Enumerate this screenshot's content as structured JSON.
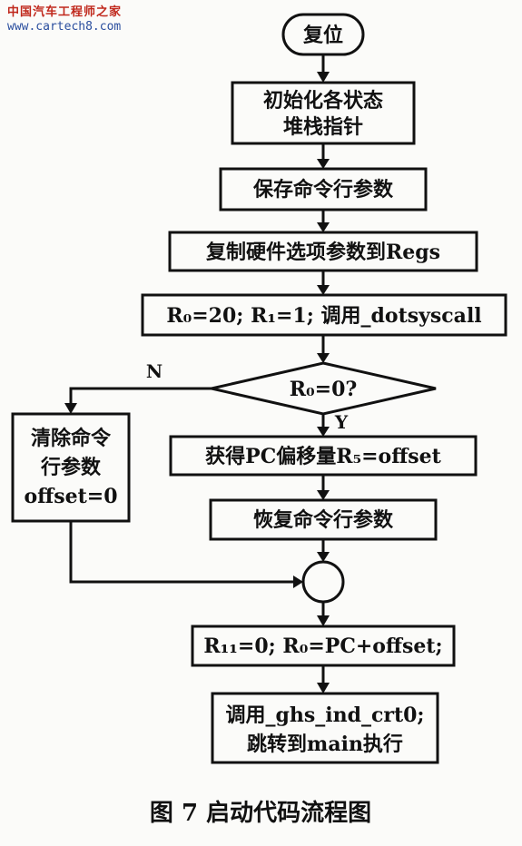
{
  "watermark": {
    "site_name": "中国汽车工程师之家",
    "url": "www.cartech8.com"
  },
  "nodes": {
    "reset": "复位",
    "init_line1": "初始化各状态",
    "init_line2": "堆栈指针",
    "save_args": "保存命令行参数",
    "copy_hw": "复制硬件选项参数到Regs",
    "syscall": "R₀=20; R₁=1; 调用_dotsyscall",
    "decision": "R₀=0?",
    "clear_line1": "清除命令",
    "clear_line2": "行参数",
    "clear_line3": "offset=0",
    "get_offset": "获得PC偏移量R₅=offset",
    "restore_args": "恢复命令行参数",
    "set_regs": "R₁₁=0; R₀=PC+offset;",
    "call_line1": "调用_ghs_ind_crt0;",
    "call_line2": "跳转到main执行"
  },
  "edges": {
    "no_label": "N",
    "yes_label": "Y"
  },
  "caption": "图 7   启动代码流程图"
}
